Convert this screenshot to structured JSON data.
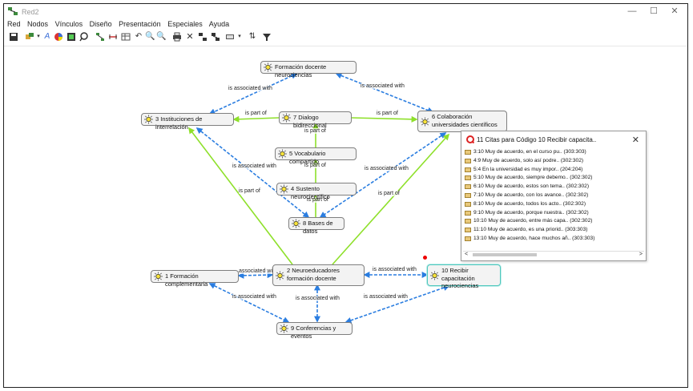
{
  "window": {
    "title": "Red2",
    "controls": {
      "minimize": "—",
      "maximize": "☐",
      "close": "✕"
    }
  },
  "menu": [
    "Red",
    "Nodos",
    "Vínculos",
    "Diseño",
    "Presentación",
    "Especiales",
    "Ayuda"
  ],
  "toolbar": [
    {
      "icon": "save-icon"
    },
    {
      "icon": "nodes-icon"
    },
    {
      "icon": "text-icon"
    },
    {
      "icon": "color-icon"
    },
    {
      "icon": "grid-icon"
    },
    {
      "icon": "comment-icon"
    },
    {
      "icon": "network-icon"
    },
    {
      "icon": "link-icon"
    },
    {
      "icon": "table-icon"
    },
    {
      "icon": "rotate-icon"
    },
    {
      "icon": "zoom-in-icon"
    },
    {
      "icon": "zoom-out-icon"
    },
    {
      "icon": "print-icon"
    },
    {
      "icon": "delete-icon"
    },
    {
      "icon": "layout-icon"
    },
    {
      "icon": "layout2-icon"
    },
    {
      "icon": "display-icon"
    },
    {
      "icon": "sort-icon"
    },
    {
      "icon": "filter-icon"
    }
  ],
  "nodes": {
    "n_fdn": "Formación docente neurociencias",
    "n3": "3 Instituciones de interrelación",
    "n7": "7  Dialogo bidireccional",
    "n6": "6 Colaboración universidades científicos",
    "n5": "5 Vocabulario compartido",
    "n4": "4 Sustento neurocientífico",
    "n8": "8 Bases de datos",
    "n1": "1 Formación complementaria",
    "n2": "2 Neuroeducadores formación docente",
    "n10": "10 Recibir capacitación neurociencias",
    "n9": "9 Conferencias y eventos"
  },
  "edge_labels": {
    "e1": "is associated with",
    "e2": "is associated with",
    "e3": "is part of",
    "e4": "is part of",
    "e5": "is part of",
    "e6": "is part of",
    "e7": "is associated with",
    "e8": "is associated with",
    "e9": "is part of",
    "e10": "is part of",
    "e11": "is part of",
    "e12": "associated with",
    "e13": "is associated with",
    "e14": "is associated with",
    "e15": "is associated with",
    "e16": "is associated with"
  },
  "popup": {
    "header": "11 Citas para Código 10 Recibir capacita..",
    "close": "✕",
    "items": [
      "3:10 Muy de acuerdo, en el curso pu.. (303:303)",
      "4:9 Muy de acuerdo, solo así podre.. (302:302)",
      "5:4 En la universidad es muy impor.. (204:204)",
      "5:10 Muy de acuerdo, siempre debemo.. (302:302)",
      "6:10 Muy de acuerdo, estos son tema.. (302:302)",
      "7:10 Muy de acuerdo, con los avance.. (302:302)",
      "8:10 Muy de acuerdo, todos los acto.. (302:302)",
      "9:10 Muy de acuerdo, porque nuestra.. (302:302)",
      "10:10 Muy de acuerdo, entre más capa.. (302:302)",
      "11:10 Muy de acuerdo, es una priorid.. (303:303)",
      "13:10 Muy de acuerdo, hace muchos añ.. (303:303)"
    ],
    "scroll_left": "<",
    "scroll_right": ">"
  },
  "colors": {
    "green_edge": "#8ee02a",
    "blue_edge": "#2a7de0",
    "node_bg": "#f3f3f3",
    "selected_border": "#4fc7bd",
    "quote_icon": "#e9c97b"
  }
}
